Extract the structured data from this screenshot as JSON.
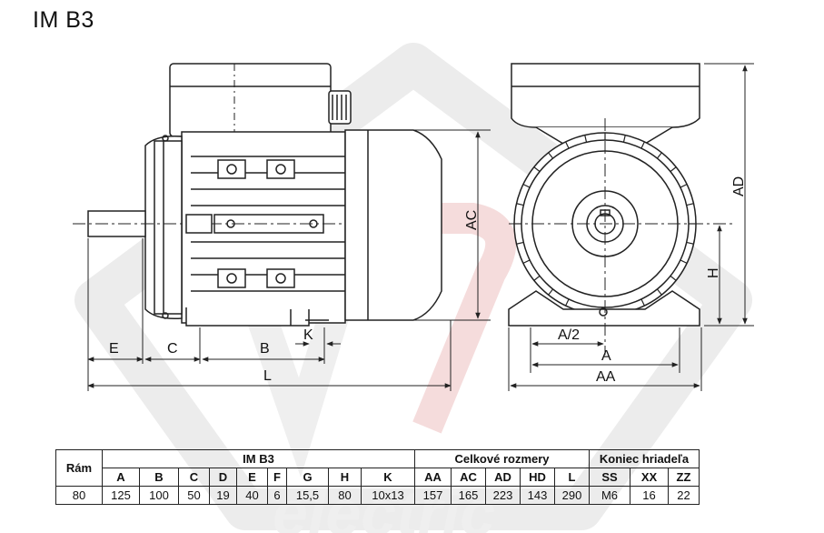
{
  "title": "IM B3",
  "colors": {
    "line": "#222222",
    "watermark": "#e9e9e9",
    "watermark_red": "#f6dede"
  },
  "icons": {
    "watermark": "brand-logo-watermark"
  },
  "watermark_text": "electric",
  "dimension_labels": {
    "E": "E",
    "C": "C",
    "B": "B",
    "K": "K",
    "L": "L",
    "AC": "AC",
    "AD": "AD",
    "H": "H",
    "A_half": "A/2",
    "A": "A",
    "AA": "AA"
  },
  "table": {
    "frame_header": "Rám",
    "groups": [
      {
        "label": "IM B3",
        "columns": [
          "A",
          "B",
          "C",
          "D",
          "E",
          "F",
          "G",
          "H",
          "K"
        ]
      },
      {
        "label": "Celkové rozmery",
        "columns": [
          "AA",
          "AC",
          "AD",
          "HD",
          "L"
        ]
      },
      {
        "label": "Koniec hriadeľa",
        "columns": [
          "SS",
          "XX",
          "ZZ"
        ]
      }
    ],
    "row": {
      "frame": "80",
      "values": [
        "125",
        "100",
        "50",
        "19",
        "40",
        "6",
        "15,5",
        "80",
        "10x13",
        "157",
        "165",
        "223",
        "143",
        "290",
        "M6",
        "16",
        "22"
      ]
    }
  }
}
